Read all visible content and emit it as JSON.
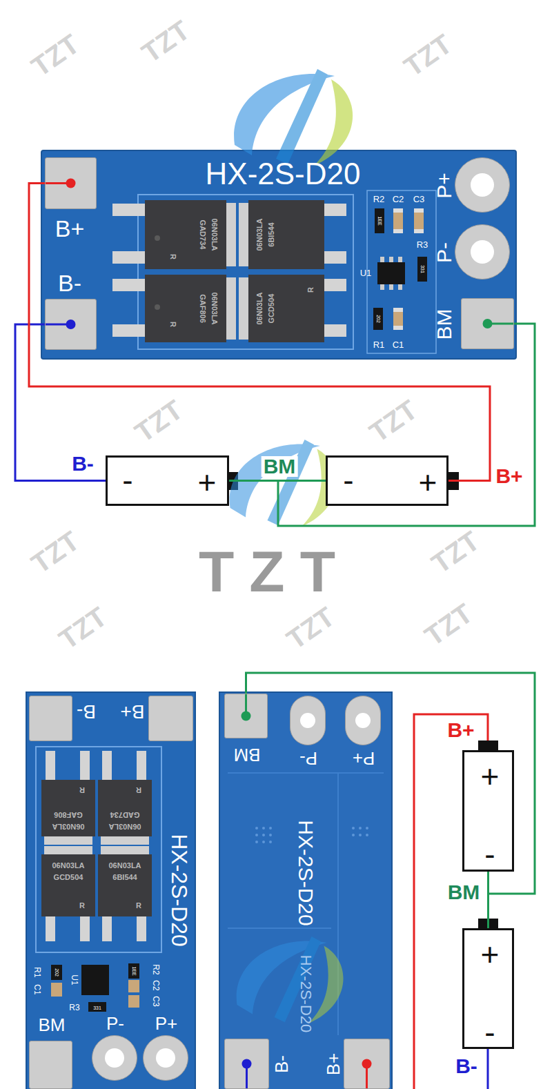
{
  "diagram": {
    "nodes": [
      {
        "text": [
          "HX-2S-D20"
        ]
      },
      {
        "text": [
          "B+"
        ],
        "in": 0
      },
      {
        "text": [
          "B-"
        ],
        "in": 0
      },
      {
        "text": [
          "P+"
        ],
        "in": 0
      },
      {
        "text": [
          "P-"
        ],
        "in": 0
      },
      {
        "text": [
          "BM"
        ],
        "in": 0
      },
      {
        "text": [
          "-",
          "+"
        ]
      },
      {
        "text": [
          "-",
          "+"
        ]
      },
      {
        "text": [
          "HX-2S-D20"
        ]
      },
      {
        "text": [
          "B-"
        ],
        "in": 8
      },
      {
        "text": [
          "B+"
        ],
        "in": 8
      },
      {
        "text": [
          "BM"
        ],
        "in": 8
      },
      {
        "text": [
          "P-"
        ],
        "in": 8
      },
      {
        "text": [
          "P+"
        ],
        "in": 8
      },
      {
        "text": [
          "HX-2S-D20"
        ]
      },
      {
        "text": [
          "BM"
        ],
        "in": 14
      },
      {
        "text": [
          "P-"
        ],
        "in": 14
      },
      {
        "text": [
          "P+"
        ],
        "in": 14
      },
      {
        "text": [
          "B-"
        ],
        "in": 14
      },
      {
        "text": [
          "B+"
        ],
        "in": 14
      },
      {
        "text": [
          "+",
          "-"
        ]
      },
      {
        "text": [
          "+",
          "-"
        ]
      }
    ],
    "edges": [
      {
        "from": 2,
        "to": 6,
        "label": "B-",
        "arrow": "none"
      },
      {
        "from": 6,
        "to": 7,
        "label": "BM",
        "arrow": "none"
      },
      {
        "from": 5,
        "to": 7,
        "arrow": "none"
      },
      {
        "from": 1,
        "to": 7,
        "label": "B+",
        "arrow": "none"
      },
      {
        "from": 15,
        "to": 21,
        "arrow": "none"
      },
      {
        "from": 20,
        "to": 21,
        "label": "BM",
        "arrow": "none"
      }
    ],
    "labels": [
      "R2",
      "C2",
      "C3",
      "R3",
      "U1",
      "R1",
      "C1",
      "1EE",
      "331",
      "202",
      "06N03LA",
      "GAD734",
      "R",
      "06N03LA",
      "6BI544",
      "06N03LA",
      "GAF806",
      "R",
      "06N03LA",
      "GCD504",
      "R",
      "06N03LA",
      "GAF806",
      "R",
      "06N03LA",
      "GAD734",
      "R",
      "06N03LA",
      "GCD504",
      "R",
      "06N03LA",
      "6BI544",
      "R",
      "U1",
      "R1",
      "C1",
      "R2",
      "C2",
      "C3",
      "R3",
      "331",
      "202",
      "1EE",
      "HX-2S-D20",
      "B+",
      "B-",
      "TZT",
      "TZT",
      "TZT",
      "TZT",
      "TZT",
      "TZT",
      "TZT",
      "TZT",
      "TZT",
      "TZT",
      "TZT"
    ]
  }
}
